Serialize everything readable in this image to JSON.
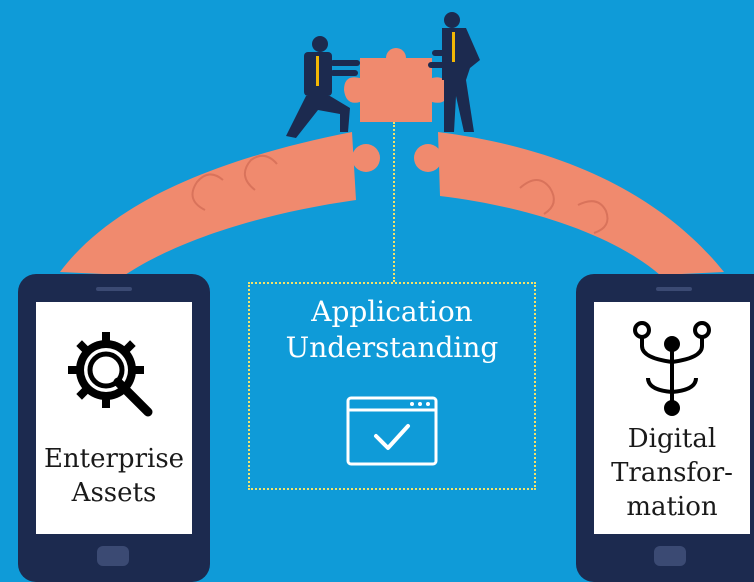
{
  "center": {
    "title_line1": "Application",
    "title_line2": "Understanding",
    "icon": "browser-window-check-icon"
  },
  "left_device": {
    "label_line1": "Enterprise",
    "label_line2": "Assets",
    "icon": "gear-magnifier-icon"
  },
  "right_device": {
    "label_line1": "Digital",
    "label_line2": "Transfor-",
    "label_line3": "mation",
    "icon": "branching-nodes-icon"
  },
  "colors": {
    "background": "#0f9bd8",
    "puzzle": "#f08a6e",
    "puzzle_dark": "#d9735b",
    "device": "#1c2a4f",
    "dotted_line": "#f3e26a",
    "suit": "#1c2a4f",
    "tie": "#f2b705"
  }
}
